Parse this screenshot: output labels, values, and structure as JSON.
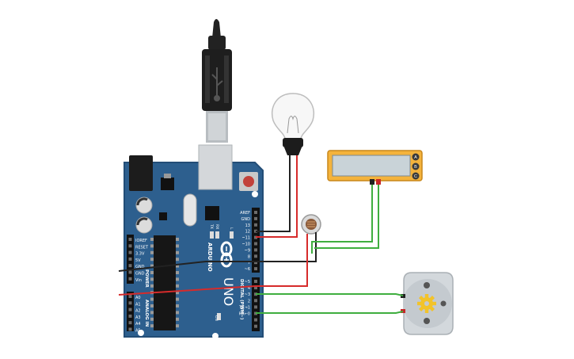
{
  "board": {
    "brand": "ARDUINO",
    "model": "UNO",
    "power_header": [
      "IOREF",
      "RESET",
      "3.3V",
      "5V",
      "GND",
      "GND",
      "Vin"
    ],
    "power_label": "POWER",
    "analog_header": [
      "A0",
      "A1",
      "A2",
      "A3",
      "A4",
      "A5"
    ],
    "analog_label": "ANALOG IN",
    "digital_header": [
      "AREF",
      "GND",
      "13",
      "12",
      "~11",
      "~10",
      "~9",
      "8",
      "7",
      "~6",
      "~5",
      "4",
      "~3",
      "2",
      "TX→1",
      "RX←0"
    ],
    "digital_label": "DIGITAL (PWM~)",
    "led_labels": [
      "TX",
      "RX",
      "L"
    ],
    "on_label": "ON"
  },
  "components": {
    "bulb": "incandescent-bulb",
    "sensor": "photoresistor",
    "meter_terminals": [
      "A",
      "B",
      "C"
    ],
    "motor": "dc-motor"
  },
  "colors": {
    "board": "#2d5f8e",
    "board_edge": "#234d76",
    "wire_red": "#d62b2b",
    "wire_black": "#222222",
    "wire_green": "#3fae3f",
    "meter_frame": "#f4b33c",
    "meter_screen": "#c9d3d8",
    "motor_body": "#c9cfd4",
    "gear": "#f2c32a"
  }
}
